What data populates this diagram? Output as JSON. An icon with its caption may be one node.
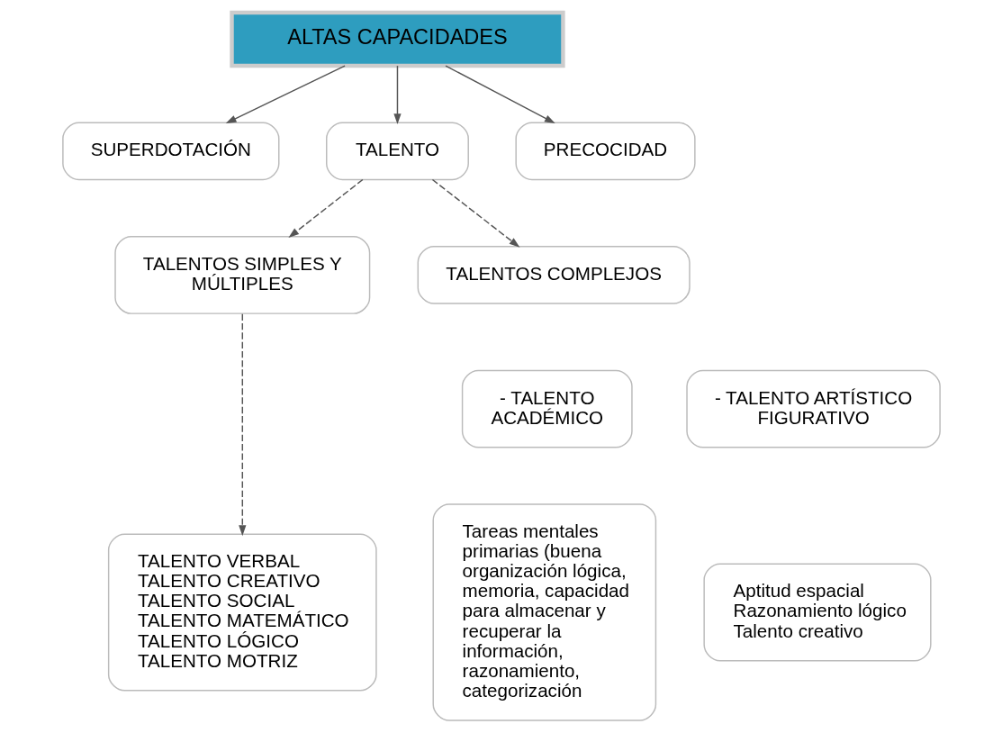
{
  "diagram": {
    "nodes": [
      {
        "text": [
          "ALTAS CAPACIDADES"
        ]
      },
      {
        "text": [
          "SUPERDOTACIÓN"
        ]
      },
      {
        "text": [
          "TALENTO"
        ]
      },
      {
        "text": [
          "PRECOCIDAD"
        ]
      },
      {
        "text": [
          "TALENTOS SIMPLES Y MÚLTIPLES"
        ]
      },
      {
        "text": [
          "TALENTOS COMPLEJOS"
        ]
      },
      {
        "text": [
          "TALENTO VERBAL",
          "TALENTO CREATIVO",
          "TALENTO SOCIAL",
          "TALENTO MATEMÁTICO",
          "TALENTO LÓGICO",
          "TALENTO MOTRIZ"
        ]
      },
      {
        "text": [
          "- TALENTO ACADÉMICO"
        ]
      },
      {
        "text": [
          "Tareas mentales primarias (buena organización lógica, memoria, capacidad para almacenar y recuperar la información, razonamiento, categorización"
        ]
      },
      {
        "text": [
          "- TALENTO ARTÍSTICO FIGURATIVO"
        ]
      },
      {
        "text": [
          "Aptitud espacial",
          "Razonamiento lógico",
          "Talento creativo"
        ]
      }
    ],
    "edges": [
      {
        "from": 0,
        "to": 1,
        "arrow": "to"
      },
      {
        "from": 0,
        "to": 2,
        "arrow": "to"
      },
      {
        "from": 0,
        "to": 3,
        "arrow": "to"
      },
      {
        "from": 2,
        "to": 4,
        "arrow": "to",
        "style": "dashed"
      },
      {
        "from": 2,
        "to": 5,
        "arrow": "to",
        "style": "dashed"
      },
      {
        "from": 4,
        "to": 6,
        "arrow": "to",
        "style": "dashed"
      }
    ]
  }
}
